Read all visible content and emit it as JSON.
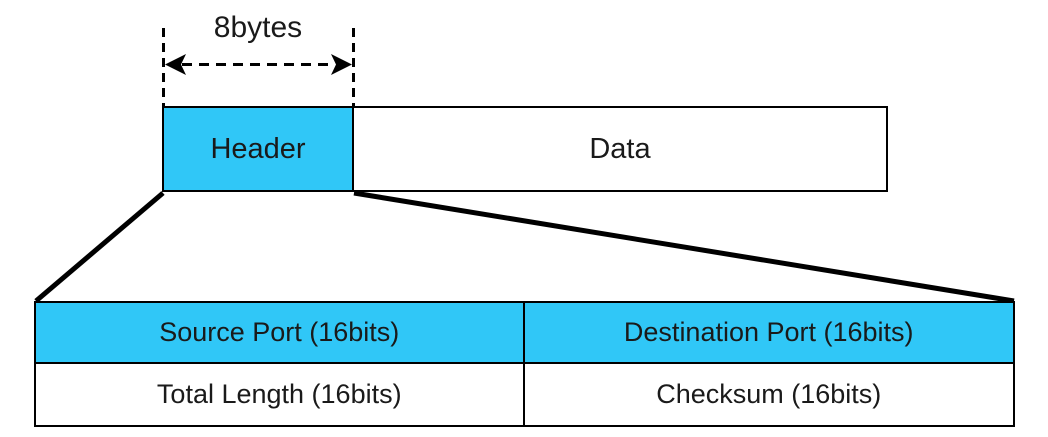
{
  "diagram": {
    "byte_width_label": "8bytes",
    "packet_row": {
      "header_label": "Header",
      "data_label": "Data"
    },
    "header_table": {
      "source_port": "Source Port (16bits)",
      "destination_port": "Destination Port (16bits)",
      "total_length": "Total Length (16bits)",
      "checksum": "Checksum (16bits)"
    },
    "colors": {
      "highlight_cyan": "#30c7f7",
      "line_black": "#000000",
      "background_white": "#ffffff"
    }
  }
}
